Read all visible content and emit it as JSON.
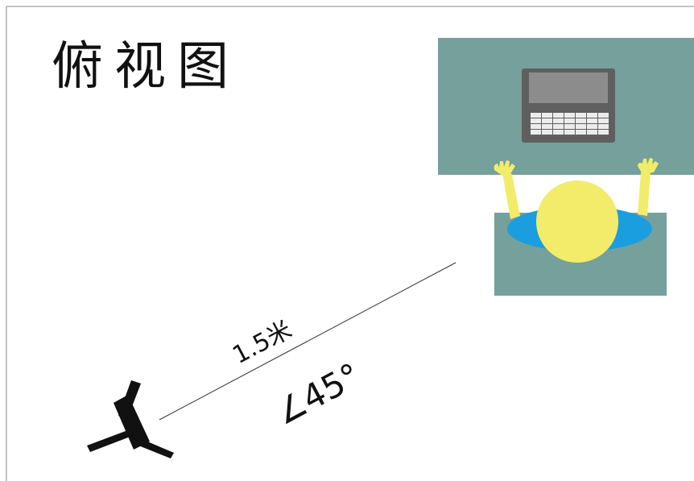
{
  "title": "俯视图",
  "distance_label": "1.5米",
  "angle_label": "∠45°",
  "colors": {
    "desk": "#76a09c",
    "chair": "#76a09c",
    "shoulders": "#1a9ee0",
    "skin": "#f2ec6a",
    "laptop_body": "#5f5f5f",
    "laptop_screen": "#8c8c8c",
    "keyboard_keys": "#ececec",
    "camera": "#111111",
    "sight_line": "#333333"
  },
  "icons": {
    "camera": "tripod-camera-icon",
    "laptop": "laptop-icon",
    "person": "person-topview-icon"
  }
}
